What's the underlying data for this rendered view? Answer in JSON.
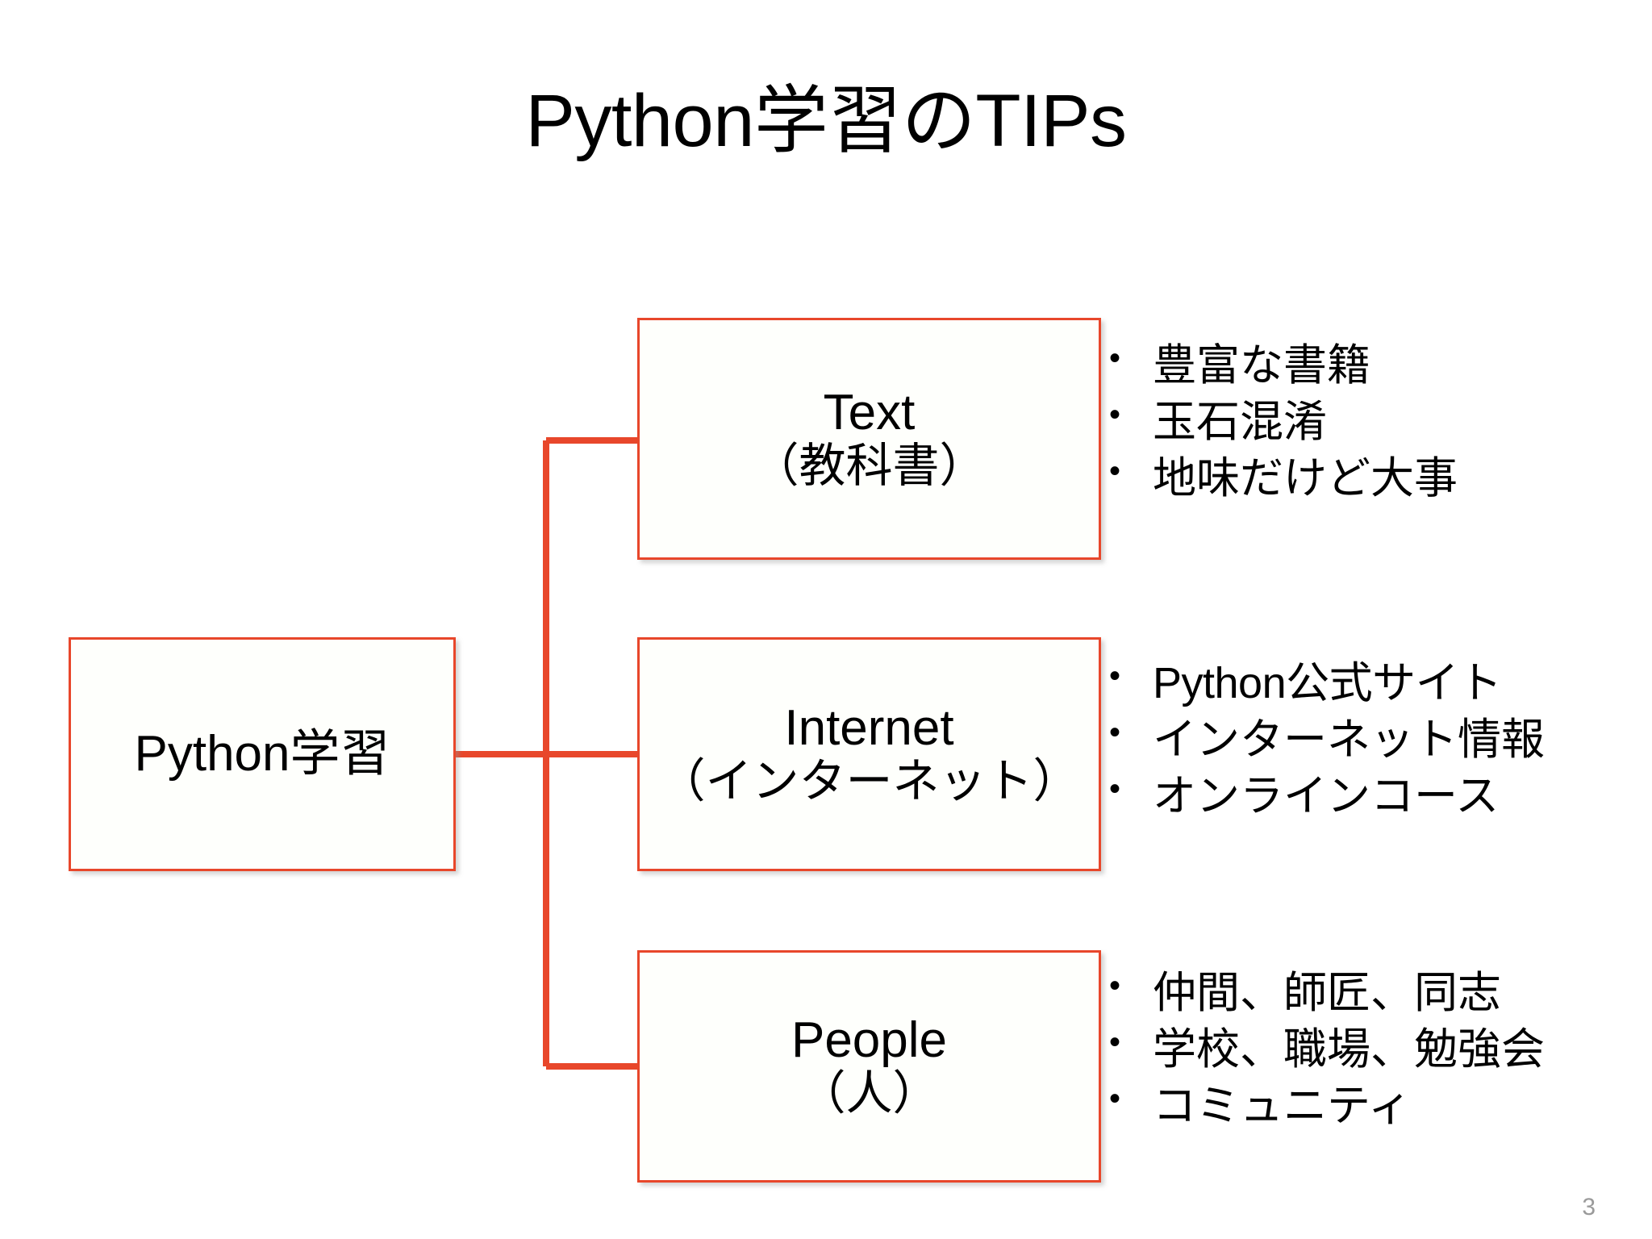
{
  "slide": {
    "title": "Python学習のTIPs",
    "page_number": "3",
    "accent_color": "#E8472B",
    "background_color": "#FFFFFF",
    "text_color": "#000000",
    "page_number_color": "#9A9A9A"
  },
  "root_node": {
    "label": "Python学習"
  },
  "branches": [
    {
      "name": "text",
      "title_en": "Text",
      "title_jp": "（教科書）",
      "bullets": [
        "豊富な書籍",
        "玉石混淆",
        "地味だけど大事"
      ]
    },
    {
      "name": "internet",
      "title_en": "Internet",
      "title_jp": "（インターネット）",
      "bullets": [
        "Python公式サイト",
        "インターネット情報",
        "オンラインコース"
      ]
    },
    {
      "name": "people",
      "title_en": "People",
      "title_jp": "（人）",
      "bullets": [
        "仲間、師匠、同志",
        "学校、職場、勉強会",
        "コミュニティ"
      ]
    }
  ],
  "bullet_marker": "•"
}
